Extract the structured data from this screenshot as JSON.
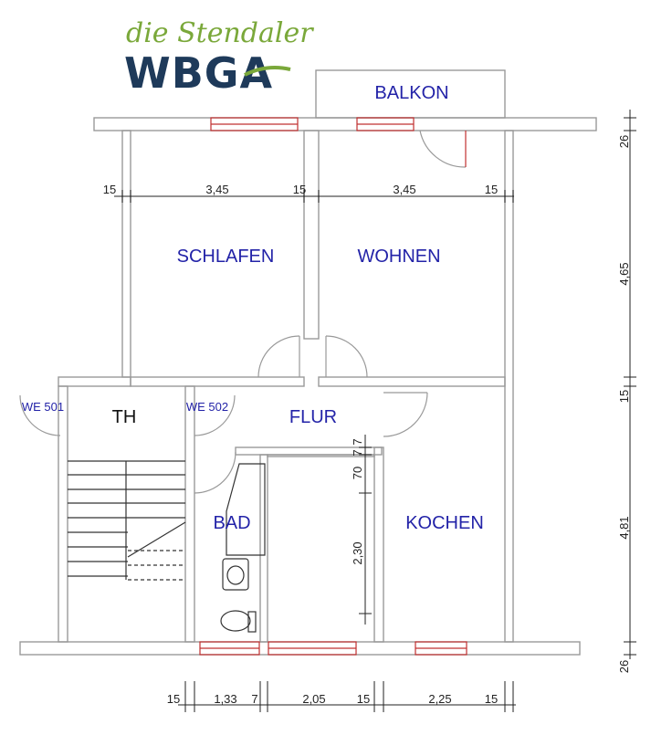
{
  "logo": {
    "tagline": "die Stendaler",
    "name": "WBGA"
  },
  "rooms": {
    "balkon": "BALKON",
    "schlafen": "SCHLAFEN",
    "wohnen": "WOHNEN",
    "th": "TH",
    "flur": "FLUR",
    "bad": "BAD",
    "kochen": "KOCHEN"
  },
  "units": {
    "we501": "WE 501",
    "we502": "WE 502"
  },
  "dimensions": {
    "top": [
      "15",
      "3,45",
      "15",
      "3,45",
      "15"
    ],
    "right": [
      "26",
      "4,65",
      "15",
      "4,81",
      "26"
    ],
    "bottom": [
      "15",
      "1,33",
      "7",
      "2,05",
      "15",
      "2,25",
      "15"
    ],
    "inner": [
      "7",
      "7",
      "70",
      "2,30"
    ]
  },
  "colors": {
    "wall": "#999999",
    "window": "#c03030",
    "label": "#2323a8",
    "logo_green": "#7aa83a",
    "logo_blue": "#1e3a5a"
  }
}
